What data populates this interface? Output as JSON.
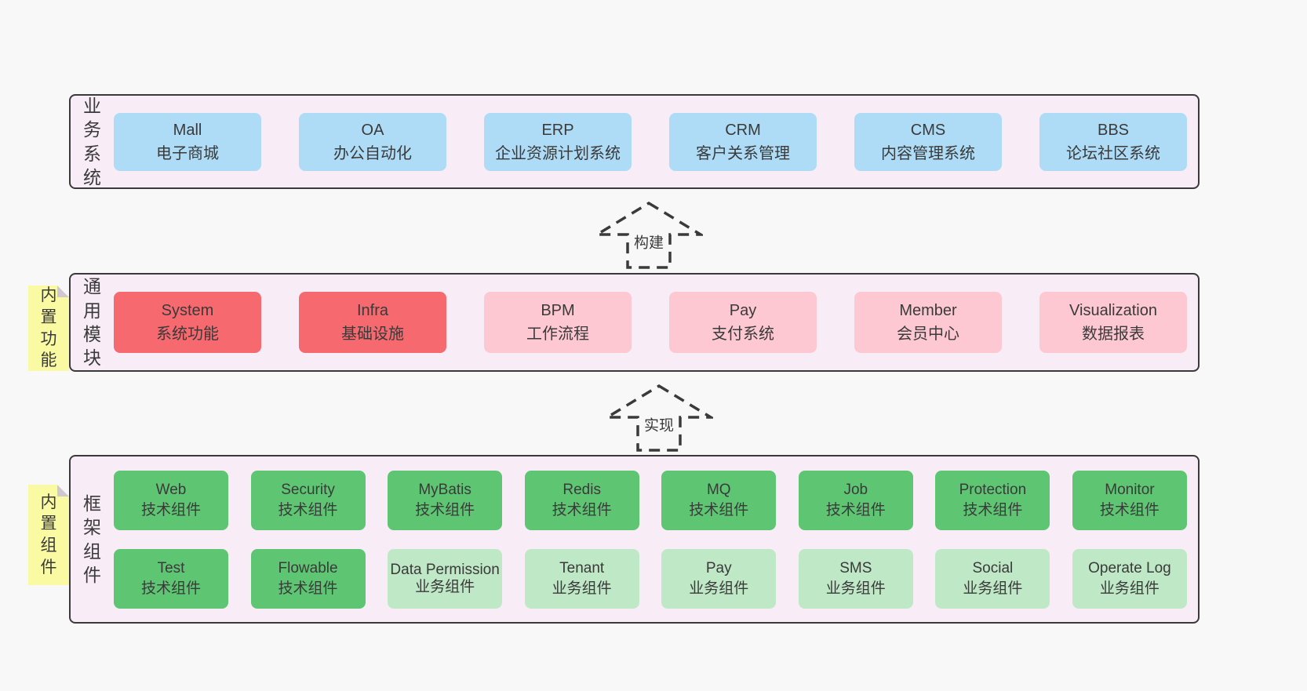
{
  "colors": {
    "page-bg": "#f8f8f8",
    "panel-bg": "#f8edf6",
    "panel-border": "#3a3a3a",
    "text": "#3a3a3a",
    "blue": "#aedcf6",
    "red": "#f5696f",
    "pink": "#fdc8d1",
    "green-dark": "#5ec573",
    "green-light": "#bfe8c6",
    "note-yellow": "#fafaa2",
    "note-fold": "#cfc8d2"
  },
  "arrows": [
    {
      "label": "构建"
    },
    {
      "label": "实现"
    }
  ],
  "sections": {
    "business": {
      "label": "业务系统",
      "boxes": [
        {
          "title": "Mall",
          "subtitle": "电子商城"
        },
        {
          "title": "OA",
          "subtitle": "办公自动化"
        },
        {
          "title": "ERP",
          "subtitle": "企业资源计划系统"
        },
        {
          "title": "CRM",
          "subtitle": "客户关系管理"
        },
        {
          "title": "CMS",
          "subtitle": "内容管理系统"
        },
        {
          "title": "BBS",
          "subtitle": "论坛社区系统"
        }
      ]
    },
    "modules": {
      "label": "通用模块",
      "note": "内置功能",
      "boxes": [
        {
          "title": "System",
          "subtitle": "系统功能"
        },
        {
          "title": "Infra",
          "subtitle": "基础设施"
        },
        {
          "title": "BPM",
          "subtitle": "工作流程"
        },
        {
          "title": "Pay",
          "subtitle": "支付系统"
        },
        {
          "title": "Member",
          "subtitle": "会员中心"
        },
        {
          "title": "Visualization",
          "subtitle": "数据报表"
        }
      ]
    },
    "components": {
      "label": "框架组件",
      "note": "内置组件",
      "row1": [
        {
          "title": "Web",
          "subtitle": "技术组件"
        },
        {
          "title": "Security",
          "subtitle": "技术组件"
        },
        {
          "title": "MyBatis",
          "subtitle": "技术组件"
        },
        {
          "title": "Redis",
          "subtitle": "技术组件"
        },
        {
          "title": "MQ",
          "subtitle": "技术组件"
        },
        {
          "title": "Job",
          "subtitle": "技术组件"
        },
        {
          "title": "Protection",
          "subtitle": "技术组件"
        },
        {
          "title": "Monitor",
          "subtitle": "技术组件"
        }
      ],
      "row2": [
        {
          "title": "Test",
          "subtitle": "技术组件"
        },
        {
          "title": "Flowable",
          "subtitle": "技术组件"
        },
        {
          "title": "Data Permission",
          "subtitle": "业务组件"
        },
        {
          "title": "Tenant",
          "subtitle": "业务组件"
        },
        {
          "title": "Pay",
          "subtitle": "业务组件"
        },
        {
          "title": "SMS",
          "subtitle": "业务组件"
        },
        {
          "title": "Social",
          "subtitle": "业务组件"
        },
        {
          "title": "Operate Log",
          "subtitle": "业务组件"
        }
      ]
    }
  }
}
